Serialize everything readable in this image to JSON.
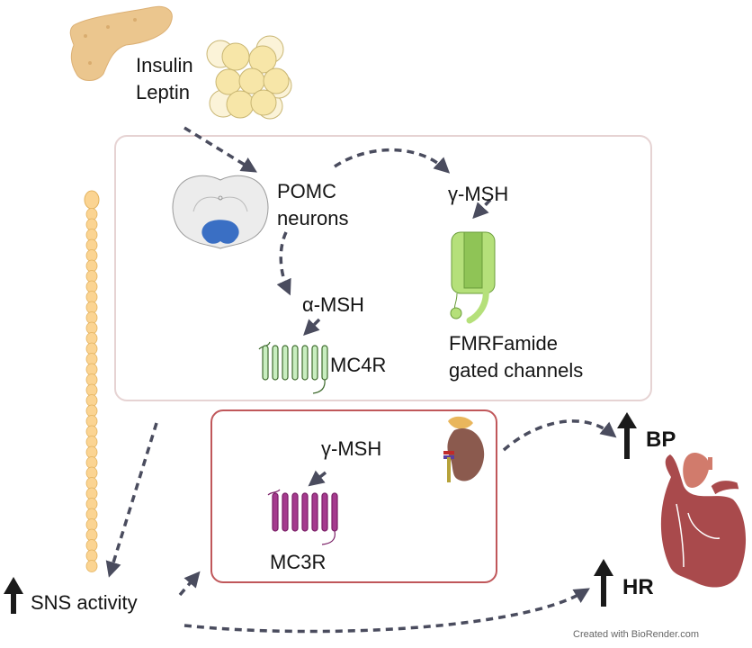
{
  "labels": {
    "insulin": "Insulin",
    "leptin": "Leptin",
    "pomc_1": "POMC",
    "pomc_2": "neurons",
    "gamma_msh_top": "γ-MSH",
    "alpha_msh": "α-MSH",
    "mc4r": "MC4R",
    "fmrf_1": "FMRFamide",
    "fmrf_2": "gated channels",
    "gamma_msh_bottom": "γ-MSH",
    "mc3r": "MC3R",
    "sns": "SNS activity",
    "bp": "BP",
    "hr": "HR"
  },
  "credit": "Created  with BioRender.com",
  "icons": {
    "pancreas": "pancreas-icon",
    "adipocytes": "adipocyte-cluster-icon",
    "brain": "brain-section-icon",
    "nerve": "sympathetic-nerve-icon",
    "mc4r": "mc4r-receptor-icon",
    "channel": "ion-channel-icon",
    "mc3r": "mc3r-receptor-icon",
    "kidney": "kidney-adrenal-icon",
    "heart": "heart-icon"
  },
  "colors": {
    "arrow": "#4a4c5e",
    "outer_box": "#e6d3d3",
    "inner_box": "#c0575a",
    "mc4r": "#c9eec0",
    "mc3r": "#a53a8e",
    "channel": "#b5e07a",
    "brain_region": "#3a6fc4",
    "heart": "#a94a4c"
  }
}
